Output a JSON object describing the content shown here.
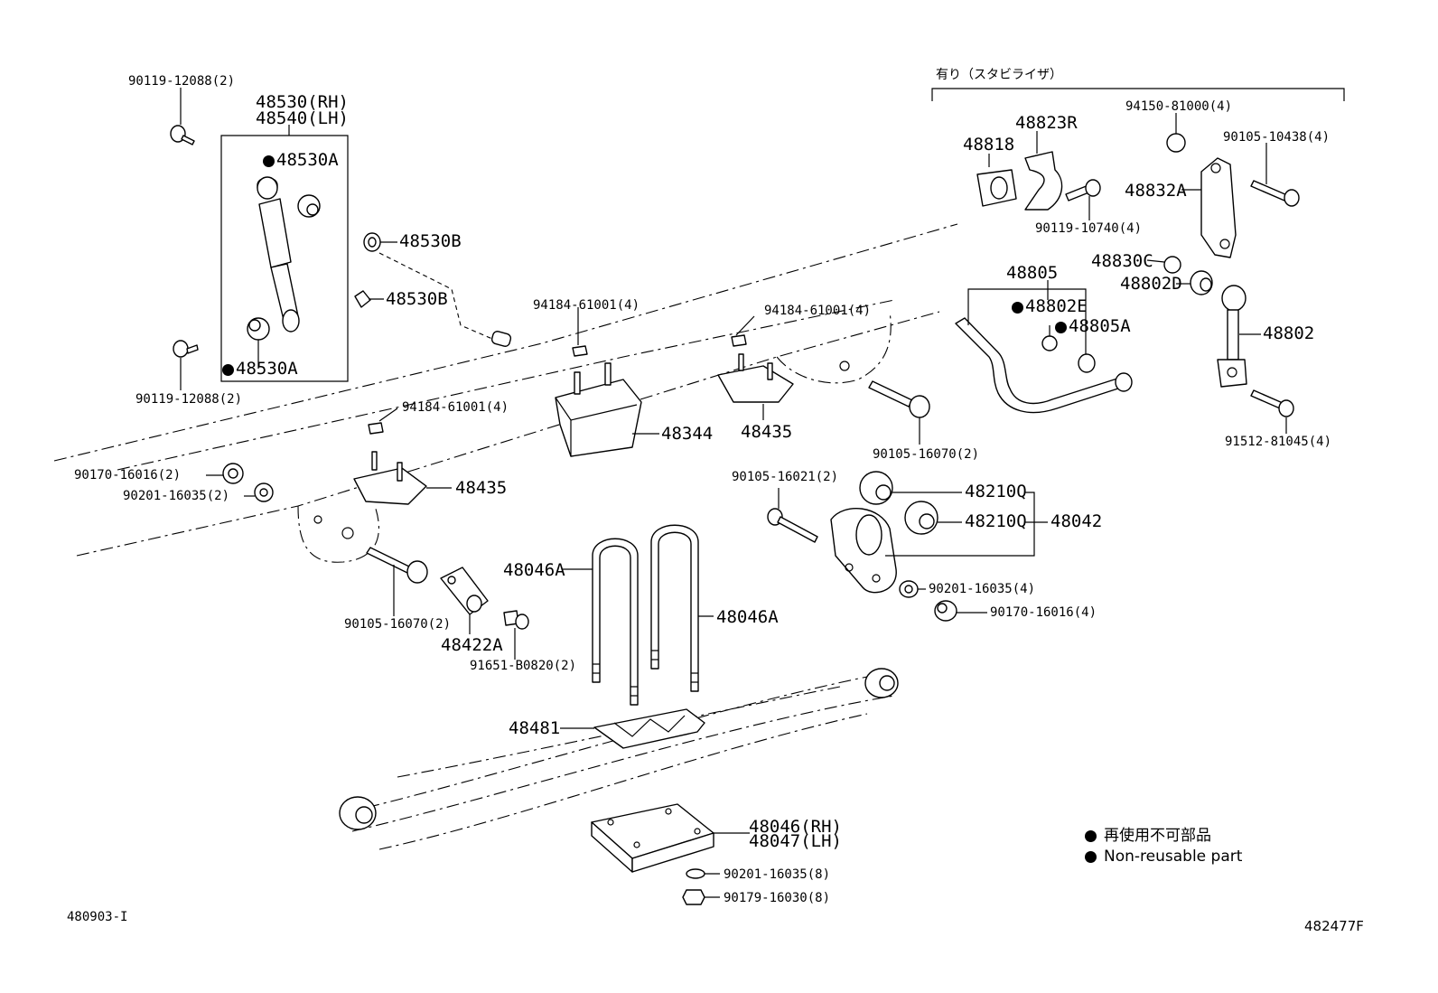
{
  "header_note": "有り（スタビライザ）",
  "labels": {
    "p90119_12088_top": "90119-12088(2)",
    "p48530_rh": "48530(RH)",
    "p48540_lh": "48540(LH)",
    "p48530a_top": "48530A",
    "p48530a_bot": "48530A",
    "p48530b_1": "48530B",
    "p48530b_2": "48530B",
    "p90119_12088_bot": "90119-12088(2)",
    "p94184_61001_a": "94184-61001(4)",
    "p94184_61001_b": "94184-61001(4)",
    "p94184_61001_c": "94184-61001(4)",
    "p48344": "48344",
    "p48435_a": "48435",
    "p48435_b": "48435",
    "p90170_16016_l": "90170-16016(2)",
    "p90201_16035_l": "90201-16035(2)",
    "p90105_16070_l": "90105-16070(2)",
    "p48422a": "48422A",
    "p91651_b0820": "91651-B0820(2)",
    "p48046a_l": "48046A",
    "p48046a_r": "48046A",
    "p48481": "48481",
    "p48046_rh": "48046(RH)",
    "p48047_lh": "48047(LH)",
    "p90201_16035_b": "90201-16035(8)",
    "p90179_16030": "90179-16030(8)",
    "p90105_16070_r": "90105-16070(2)",
    "p90105_16021": "90105-16021(2)",
    "p48210q_1": "48210Q",
    "p48210q_2": "48210Q",
    "p48042": "48042",
    "p90201_16035_r": "90201-16035(4)",
    "p90170_16016_r": "90170-16016(4)",
    "p94150_81000": "94150-81000(4)",
    "p90105_10438": "90105-10438(4)",
    "p48818": "48818",
    "p48823r": "48823R",
    "p48832a": "48832A",
    "p90119_10740": "90119-10740(4)",
    "p48830c": "48830C",
    "p48802d": "48802D",
    "p48805": "48805",
    "p48802e": "48802E",
    "p48805a": "48805A",
    "p48802": "48802",
    "p91512_81045": "91512-81045(4)"
  },
  "legend": {
    "line_jp": "再使用不可部品",
    "line_en": "Non-reusable part"
  },
  "figure_codes": {
    "left": "480903-I",
    "right": "482477F"
  }
}
